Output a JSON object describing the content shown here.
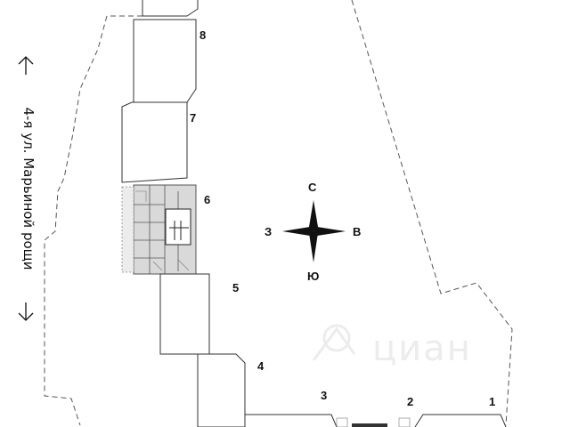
{
  "street_label": "4-я ул. Марьиной рощи",
  "compass": {
    "north": "С",
    "south": "Ю",
    "west": "З",
    "east": "В"
  },
  "sections": [
    {
      "id": "8",
      "label": "8"
    },
    {
      "id": "7",
      "label": "7"
    },
    {
      "id": "6",
      "label": "6"
    },
    {
      "id": "5",
      "label": "5"
    },
    {
      "id": "4",
      "label": "4"
    },
    {
      "id": "3",
      "label": "3"
    },
    {
      "id": "2",
      "label": "2"
    },
    {
      "id": "1",
      "label": "1"
    }
  ],
  "watermark": "циан",
  "colors": {
    "line": "#333333",
    "dash": "#555555",
    "highlight_fill": "#d8d8d8",
    "watermark": "#ececec"
  }
}
